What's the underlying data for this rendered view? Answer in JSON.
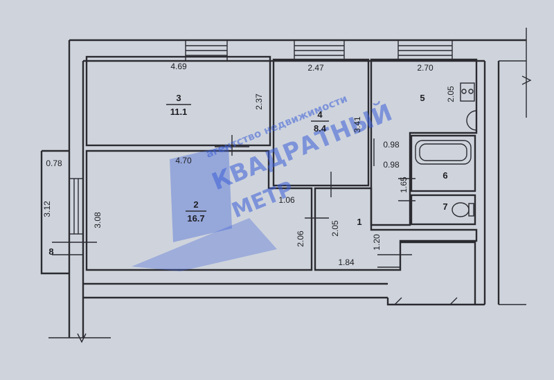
{
  "rooms": [
    {
      "number": "1",
      "area": ""
    },
    {
      "number": "2",
      "area": "16.7"
    },
    {
      "number": "3",
      "area": "11.1"
    },
    {
      "number": "4",
      "area": "8.4"
    },
    {
      "number": "5",
      "area": ""
    },
    {
      "number": "6",
      "area": ""
    },
    {
      "number": "7",
      "area": ""
    },
    {
      "number": "8",
      "area": ""
    }
  ],
  "dimensions": {
    "room3_width": "4.69",
    "room3_depth": "2.37",
    "room4_width": "2.47",
    "room4_depth": "3.41",
    "room5_width": "2.70",
    "room5_depth": "2.05",
    "room5_gap": "0.98",
    "room6_width": "0.98",
    "room6_depth": "1.65",
    "room2_width": "4.70",
    "room2_depth": "3.08",
    "room2_inner": "2.06",
    "balcony_width": "0.78",
    "balcony_depth": "3.12",
    "hall_width": "1.06",
    "hall_depth": "2.05",
    "corridor_width": "1.84",
    "corridor_depth": "1.20"
  },
  "watermark": {
    "line1": "агентство недвижимости",
    "line2": "КВАДРАТНЫЙ",
    "line3": "МЕТР"
  },
  "colors": {
    "paper": "#cfd4dc",
    "walls": "#2a2a30",
    "watermark": "#3b5fd8"
  }
}
